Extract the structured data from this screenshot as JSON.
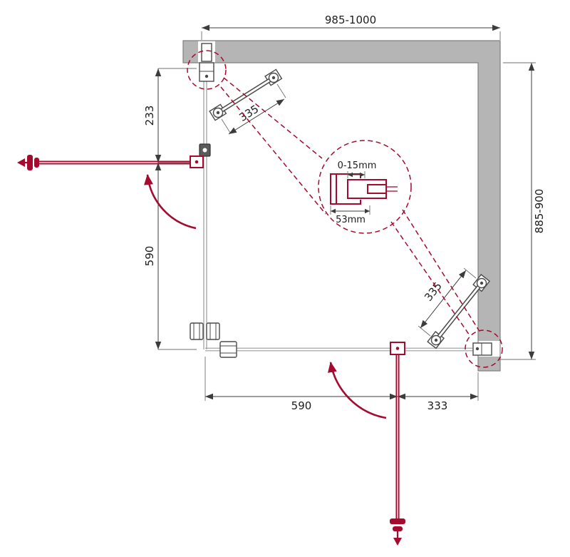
{
  "colors": {
    "accent_red": "#A50B2E",
    "wall_fill": "#B5B5B5",
    "wall_stroke": "#808080",
    "dimension_line": "#3C3C3C",
    "glass_line": "#9B9B9B"
  },
  "dimensions": {
    "top_width": "985-1000",
    "right_depth": "885-900",
    "left_upper": "233",
    "left_lower": "590",
    "bottom_left": "590",
    "bottom_right": "333",
    "top_support_bar": "335",
    "bottom_support_bar": "335",
    "detail_adjust_range": "0-15mm",
    "detail_profile_width": "53mm"
  }
}
